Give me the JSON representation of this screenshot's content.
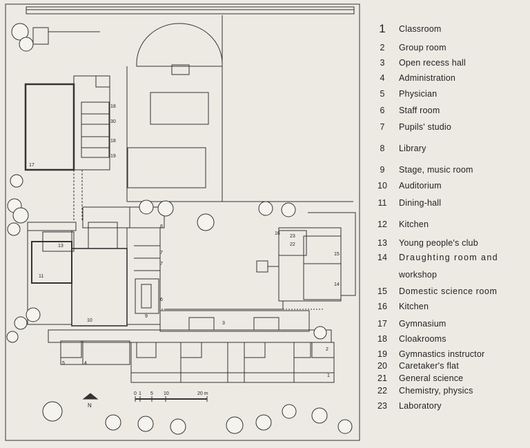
{
  "legend": [
    {
      "num": "1",
      "label": "Classroom"
    },
    {
      "num": "2",
      "label": "Group room"
    },
    {
      "num": "3",
      "label": "Open recess hall"
    },
    {
      "num": "4",
      "label": "Administration"
    },
    {
      "num": "5",
      "label": "Physician"
    },
    {
      "num": "6",
      "label": "Staff room"
    },
    {
      "num": "7",
      "label": "Pupils' studio"
    },
    {
      "num": "8",
      "label": "Library"
    },
    {
      "num": "9",
      "label": "Stage, music room"
    },
    {
      "num": "10",
      "label": "Auditorium"
    },
    {
      "num": "11",
      "label": "Dining-hall"
    },
    {
      "num": "12",
      "label": "Kitchen"
    },
    {
      "num": "13",
      "label": "Young people's club"
    },
    {
      "num": "14",
      "label": "Draughting room and"
    },
    {
      "num": "",
      "label": "workshop"
    },
    {
      "num": "15",
      "label": "Domestic science room"
    },
    {
      "num": "16",
      "label": "Kitchen"
    },
    {
      "num": "17",
      "label": "Gymnasium"
    },
    {
      "num": "18",
      "label": "Cloakrooms"
    },
    {
      "num": "19",
      "label": "Gymnastics instructor"
    },
    {
      "num": "20",
      "label": "Caretaker's flat"
    },
    {
      "num": "21",
      "label": "General science"
    },
    {
      "num": "22",
      "label": "Chemistry, physics"
    },
    {
      "num": "23",
      "label": "Laboratory"
    }
  ],
  "plan": {
    "room_labels": [
      "17",
      "18",
      "30",
      "18",
      "19",
      "13",
      "11",
      "10",
      "9",
      "8",
      "7",
      "7",
      "6",
      "3",
      "5",
      "4",
      "2",
      "1",
      "16",
      "23",
      "22",
      "15",
      "14"
    ],
    "scale_labels": [
      "0",
      "1",
      "5",
      "10",
      "20 m"
    ],
    "north_label": "N"
  }
}
